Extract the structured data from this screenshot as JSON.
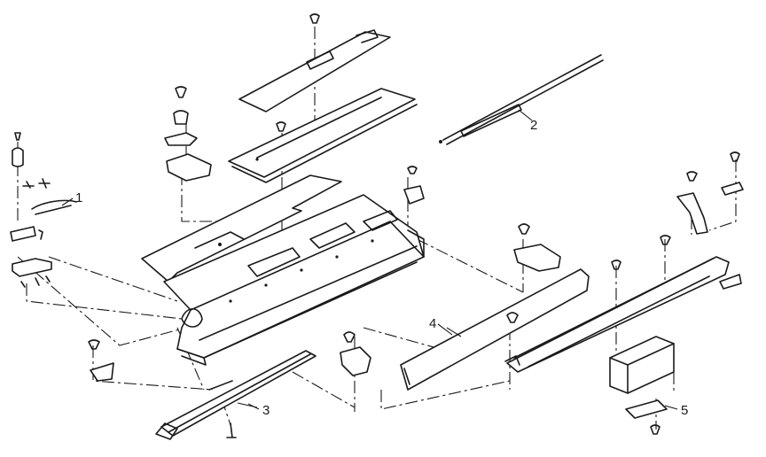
{
  "callouts": [
    {
      "id": "callout-1",
      "text": "1"
    },
    {
      "id": "callout-2",
      "text": "2"
    },
    {
      "id": "callout-3",
      "text": "3"
    },
    {
      "id": "callout-4",
      "text": "4"
    },
    {
      "id": "callout-5",
      "text": "5"
    }
  ]
}
